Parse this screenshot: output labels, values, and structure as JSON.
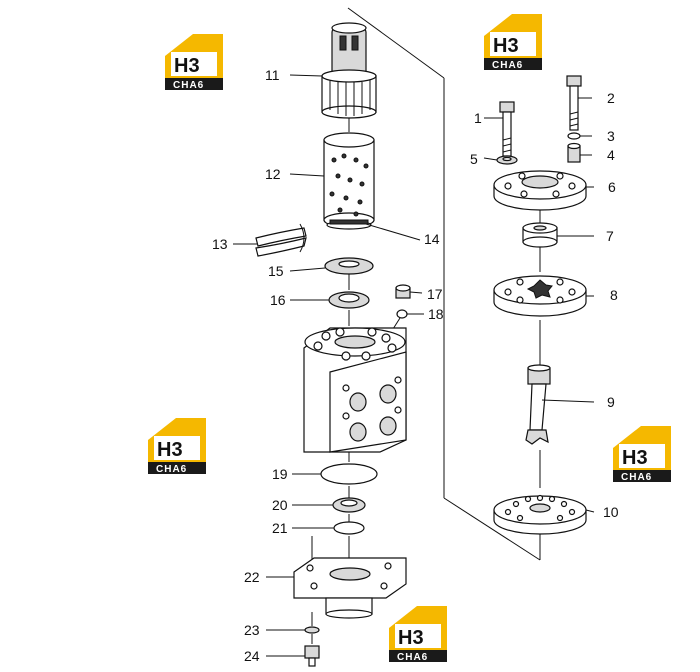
{
  "colors": {
    "logo_yellow": "#f5b800",
    "logo_dark": "#1a1a1a",
    "line": "#111111"
  },
  "logo": {
    "mark": "H3",
    "brand": "CHA6"
  },
  "labels": {
    "p1": "1",
    "p2": "2",
    "p3": "3",
    "p4": "4",
    "p5": "5",
    "p6": "6",
    "p7": "7",
    "p8": "8",
    "p9": "9",
    "p10": "10",
    "p11": "11",
    "p12": "12",
    "p13": "13",
    "p14": "14",
    "p15": "15",
    "p16": "16",
    "p17": "17",
    "p18": "18",
    "p19": "19",
    "p20": "20",
    "p21": "21",
    "p22": "22",
    "p23": "23",
    "p24": "24"
  }
}
